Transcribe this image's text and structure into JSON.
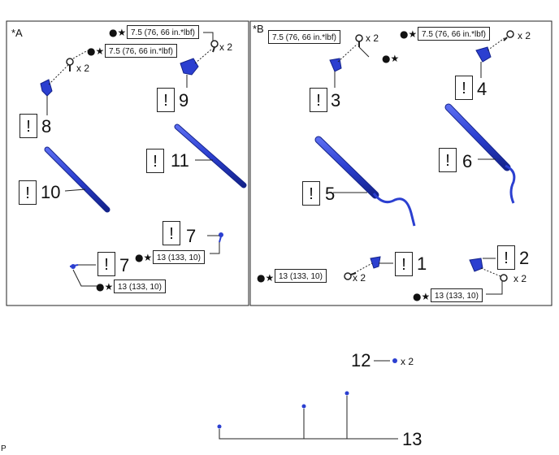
{
  "panels": {
    "a_label": "*A",
    "b_label": "*B"
  },
  "callouts": {
    "c1": "1",
    "c2": "2",
    "c3": "3",
    "c4": "4",
    "c5": "5",
    "c6": "6",
    "c7a": "7",
    "c7b": "7",
    "c8": "8",
    "c9": "9",
    "c10": "10",
    "c11": "11",
    "c12": "12",
    "c13": "13"
  },
  "warning_symbol": "!",
  "torque": {
    "t75": "7.5 (76, 66 in.*lbf)",
    "t13": "13 (133, 10)"
  },
  "quantity": "x 2",
  "marks": {
    "dot_star": "●★",
    "star": "★",
    "dot": "●"
  },
  "footer": {
    "code": "P"
  },
  "colors": {
    "part_blue": "#2b3fd0",
    "part_dark": "#14238a",
    "line": "#222222"
  }
}
